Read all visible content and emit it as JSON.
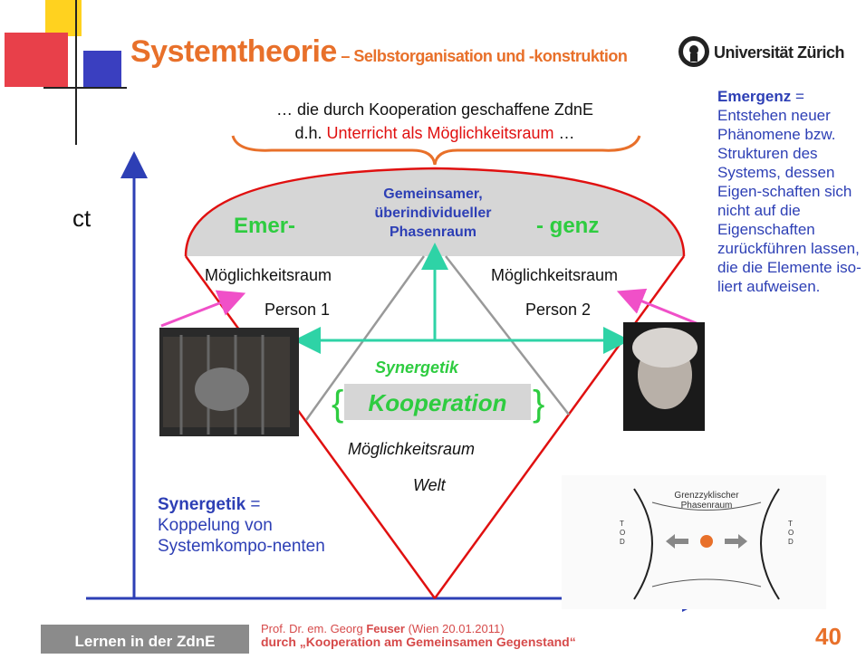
{
  "title": {
    "main": "Systemtheorie",
    "sub": " – Selbstorganisation und -konstruktion"
  },
  "university": "Universität Zürich",
  "intro": {
    "line1": "… die durch Kooperation geschaffene ZdnE",
    "line2_prefix": "d.h. ",
    "line2_red": "Unterricht als Möglichkeitsraum",
    "line2_suffix": " …"
  },
  "emergenz_def": {
    "term": "Emergenz",
    "rest": " = Entstehen neuer Phänomene bzw. Strukturen des Systems, dessen Eigen-schaften sich nicht auf die Eigenschaften zurückführen lassen, die die Elemente iso-liert aufweisen."
  },
  "axis_label": "ct",
  "diagram": {
    "emer_left": "Emer-",
    "emer_right": "- genz",
    "phase_l1": "Gemeinsamer,",
    "phase_l2": "überindividueller",
    "phase_l3": "Phasenraum",
    "mr_left": "Möglichkeitsraum",
    "mr_right": "Möglichkeitsraum",
    "person1": "Person 1",
    "person2": "Person 2",
    "synergetik": "Synergetik",
    "kooperation": "Kooperation",
    "mr_world": "Möglichkeitsraum",
    "welt": "Welt"
  },
  "synergetik_def": {
    "term": "Synergetik",
    "rest": " = Koppelung von Systemkompo-nenten"
  },
  "thumbnail": {
    "title_l1": "Grenzzyklischer",
    "title_l2": "Phasenraum",
    "tod": "T O D"
  },
  "footer": {
    "box": "Lernen in der ZdnE",
    "line1_prefix": "Prof. Dr. em. Georg ",
    "line1_bold": "Feuser",
    "line1_suffix": "  (Wien 20.01.2011)",
    "line2": "durch „Kooperation am Gemeinsamen Gegenstand“",
    "page": "40"
  },
  "colors": {
    "orange": "#e8702a",
    "blue": "#2d3fb5",
    "red": "#e01010",
    "green": "#2ecc40",
    "teal": "#2ed3a6",
    "magenta": "#f050c8"
  }
}
